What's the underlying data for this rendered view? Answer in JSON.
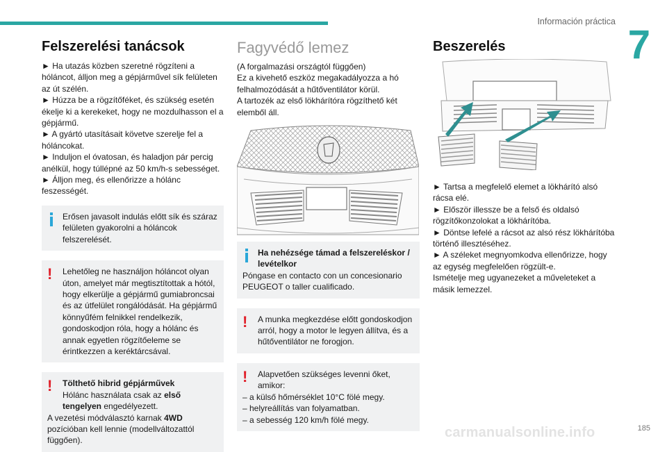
{
  "header": {
    "section": "Información práctica",
    "chapter": "7",
    "page": "185"
  },
  "watermark": "carmanualsonline.info",
  "col1": {
    "title": "Felszerelési tanácsok",
    "body": [
      "► Ha utazás közben szeretné rögzíteni a hóláncot, álljon meg a gépjárművel sík felületen az út szélén.",
      "► Húzza be a rögzítőféket, és szükség esetén ékelje ki a kerekeket, hogy ne mozdulhasson el a gépjármű.",
      "► A gyártó utasításait követve szerelje fel a hóláncokat.",
      "► Induljon el óvatosan, és haladjon pár percig anélkül, hogy túllépné az 50 km/h-s sebességet.",
      "► Álljon meg, és ellenőrizze a hólánc feszességét."
    ],
    "info_box": "Erősen javasolt indulás előtt sík és száraz felületen gyakorolni a hóláncok felszerelését.",
    "warn_box1": "Lehetőleg ne használjon hóláncot olyan úton, amelyet már megtisztítottak a hótól, hogy elkerülje a gépjármű gumiabroncsai és az útfelület rongálódását. Ha gépjármű könnyűfém felnikkel rendelkezik, gondoskodjon róla, hogy a hólánc és annak egyetlen rögzítőeleme se érintkezzen a keréktárcsával.",
    "warn_box2": {
      "title": "Tölthető hibrid gépjárművek",
      "line1_pre": "Hólánc használata csak az ",
      "line1_bold": "első tengelyen",
      "line1_post": " engedélyezett.",
      "line2_pre": "A vezetési módválasztó karnak ",
      "line2_bold": "4WD",
      "line2_post": " pozícióban kell lennie (modellváltozattól függően)."
    }
  },
  "col2": {
    "title": "Fagyvédő lemez",
    "body": [
      "(A forgalmazási országtól függően)",
      "Ez a kivehető eszköz megakadályozza a hó felhalmozódását a hűtőventilátor körül.",
      "A tartozék az első lökhárítóra rögzíthető két elemből áll."
    ],
    "info_box": {
      "title": "Ha nehézsége támad a felszereléskor / levételkor",
      "text": "Póngase en contacto con un concesionario PEUGEOT o taller cualificado."
    },
    "warn_box1": "A munka megkezdése előtt gondoskodjon arról, hogy a motor le legyen állítva, és a hűtőventilátor ne forogjon.",
    "warn_box2": {
      "title": "Alapvetően szükséges levenni őket, amikor:",
      "items": [
        "– a külső hőmérséklet 10°C fölé megy.",
        "– helyreállítás van folyamatban.",
        "– a sebesség 120 km/h fölé megy."
      ]
    }
  },
  "col3": {
    "title": "Beszerelés",
    "body": [
      "► Tartsa a megfelelő elemet a lökhárító alsó rácsa elé.",
      "► Először illessze be a felső és oldalsó rögzítőkonzolokat a lökhárítóba.",
      "► Döntse lefelé a rácsot az alsó rész lökhárítóba történő illesztéséhez.",
      "► A széleket megnyomkodva ellenőrizze, hogy az egység megfelelően rögzült-e.",
      "Ismételje meg ugyanezeket a műveleteket a másik lemezzel."
    ]
  },
  "colors": {
    "accent": "#2aa7a3",
    "info": "#2aa7d8",
    "warning": "#e0202a",
    "box_bg": "#f0f1f2"
  }
}
